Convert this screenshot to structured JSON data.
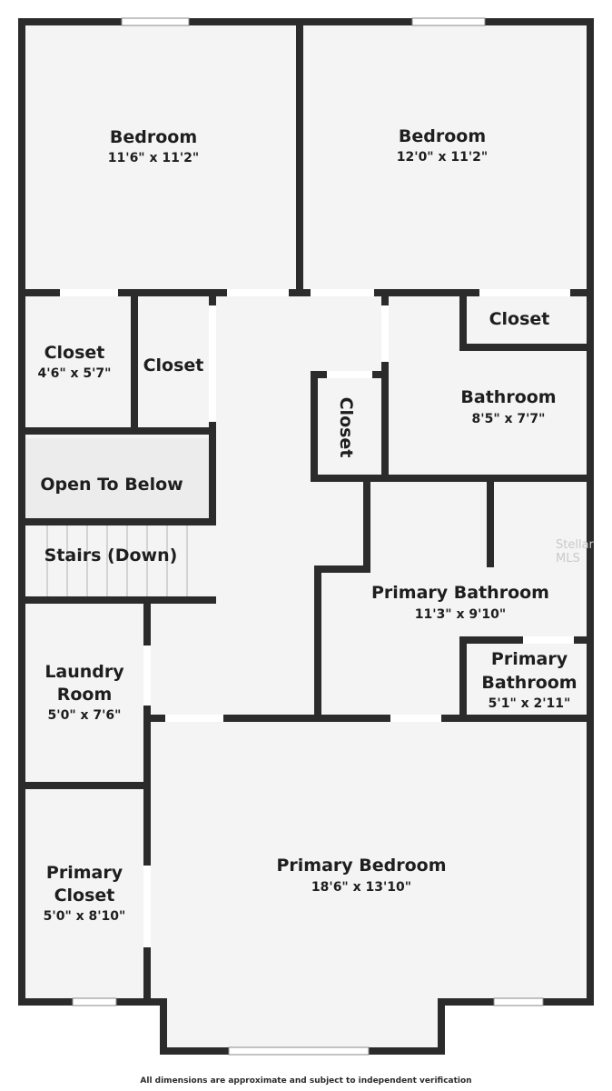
{
  "rooms": {
    "bedroom_left": {
      "name": "Bedroom",
      "dims": "11'6\" x 11'2\""
    },
    "bedroom_right": {
      "name": "Bedroom",
      "dims": "12'0\" x 11'2\""
    },
    "closet_upper_right": {
      "name": "Closet"
    },
    "closet_left": {
      "name": "Closet",
      "dims": "4'6\" x 5'7\""
    },
    "closet_mid": {
      "name": "Closet"
    },
    "closet_rotated": {
      "name": "Closet"
    },
    "bathroom": {
      "name": "Bathroom",
      "dims": "8'5\" x 7'7\""
    },
    "open_to_below": {
      "name": "Open To Below"
    },
    "stairs": {
      "name": "Stairs (Down)"
    },
    "primary_bathroom": {
      "name": "Primary Bathroom",
      "dims": "11'3\" x 9'10\""
    },
    "primary_bathroom_small": {
      "name_line1": "Primary",
      "name_line2": "Bathroom",
      "dims": "5'1\" x 2'11\""
    },
    "laundry": {
      "name_line1": "Laundry",
      "name_line2": "Room",
      "dims": "5'0\" x 7'6\""
    },
    "primary_closet": {
      "name_line1": "Primary",
      "name_line2": "Closet",
      "dims": "5'0\" x 8'10\""
    },
    "primary_bedroom": {
      "name": "Primary Bedroom",
      "dims": "18'6\" x 13'10\""
    }
  },
  "footer": "All dimensions are approximate and subject to independent verification",
  "watermark": "Stellar MLS",
  "colors": {
    "wall": "#2b2b2b",
    "floor": "#f4f4f4",
    "window": "#ffffff"
  }
}
